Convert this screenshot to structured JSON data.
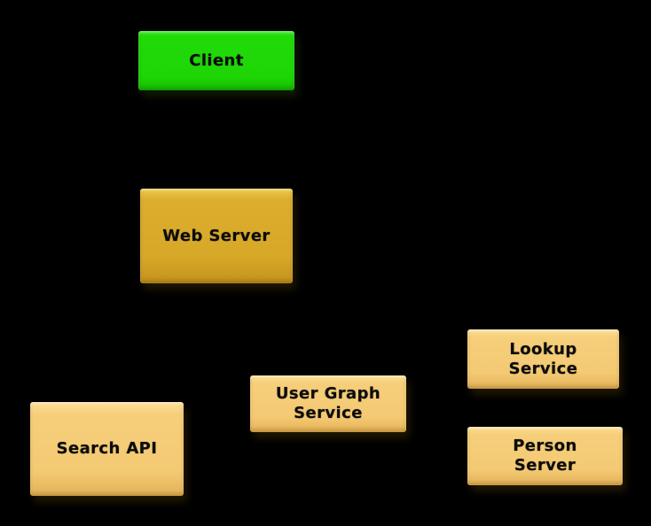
{
  "diagram": {
    "background_color": "#000000",
    "label_text_color": "#0c0c0c",
    "colors": {
      "client_fill": "#1ed606",
      "web_server_fill": "#d7a728",
      "service_fill": "#f4c973"
    },
    "nodes": {
      "client": {
        "label": "Client",
        "fill": "#1ed606"
      },
      "web_server": {
        "label": "Web Server",
        "fill": "#d7a728"
      },
      "search_api": {
        "label": "Search API",
        "fill": "#f4c973"
      },
      "user_graph_service": {
        "label": "User Graph\nService",
        "fill": "#f4c973"
      },
      "lookup_service": {
        "label": "Lookup\nService",
        "fill": "#f4c973"
      },
      "person_server": {
        "label": "Person\nServer",
        "fill": "#f4c973"
      }
    }
  }
}
